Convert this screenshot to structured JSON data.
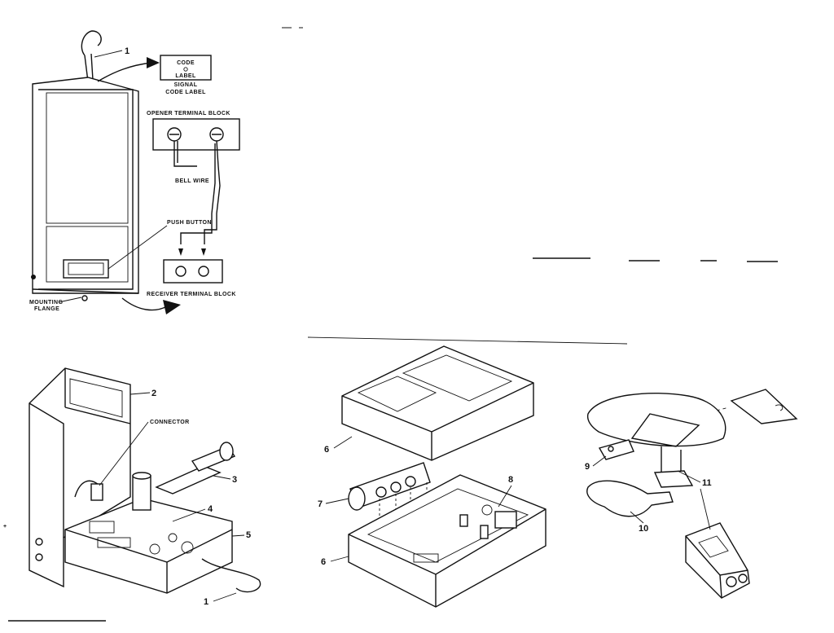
{
  "labels": {
    "code": "CODE",
    "label": "LABEL",
    "signal": "SIGNAL",
    "code_label": "CODE LABEL",
    "opener_terminal_block": "OPENER TERMINAL BLOCK",
    "bell_wire": "BELL WIRE",
    "push_button": "PUSH BUTTON",
    "receiver_terminal_block": "RECEIVER TERMINAL BLOCK",
    "mounting": "MOUNTING",
    "flange": "FLANGE",
    "connector": "CONNECTOR",
    "edge_mark": "+"
  },
  "callouts": {
    "c1": "1",
    "c2": "2",
    "c3": "3",
    "c4": "4",
    "c5": "5",
    "c6": "6",
    "c7": "7",
    "c8": "8",
    "c9": "9",
    "c10": "10",
    "c11": "11"
  }
}
